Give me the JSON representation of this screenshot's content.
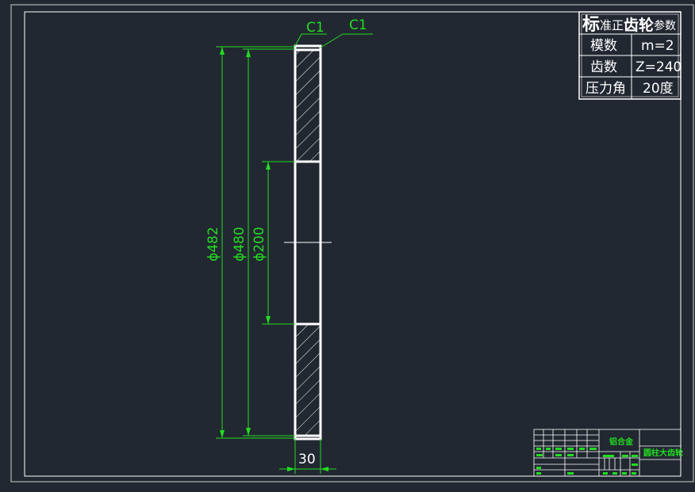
{
  "params_table": {
    "title_big1": "标",
    "title_mid": "准正",
    "title_big2": "齿轮",
    "title_small": "参数",
    "rows": [
      {
        "label": "模数",
        "value": "m=2"
      },
      {
        "label": "齿数",
        "value": "Z=240"
      },
      {
        "label": "压力角",
        "value": "20度"
      }
    ]
  },
  "dimensions": {
    "chamfer_left": "C1",
    "chamfer_right": "C1",
    "outer_diameter": "ϕ482",
    "pitch_diameter": "ϕ480",
    "bore_diameter": "ϕ200",
    "face_width": "30"
  },
  "title_block": {
    "material": "铝合金",
    "part_name": "圆柱大齿轮"
  },
  "colors": {
    "background": "#222831",
    "frame": "#ffffff",
    "dimension": "#22dd22",
    "hatch": "#ffffff"
  }
}
